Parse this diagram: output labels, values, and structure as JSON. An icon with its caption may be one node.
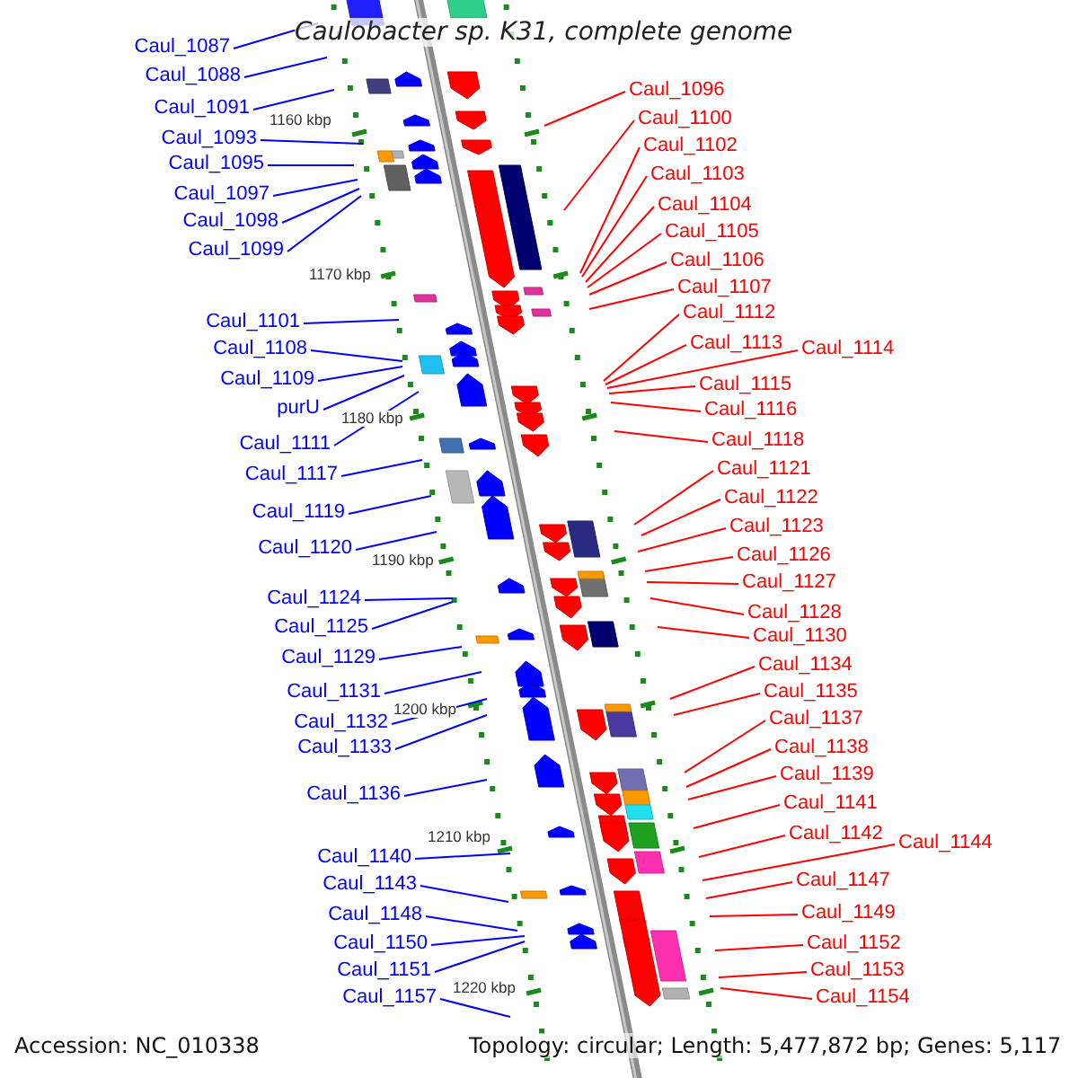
{
  "diagram": {
    "title": "Caulobacter sp. K31, complete genome",
    "nodes": [
      {
        "text": [
          "Caul_1087"
        ]
      },
      {
        "text": [
          "Caul_1088"
        ]
      },
      {
        "text": [
          "Caul_1091"
        ]
      },
      {
        "text": [
          "Caul_1093"
        ]
      },
      {
        "text": [
          "Caul_1095"
        ]
      },
      {
        "text": [
          "Caul_1097"
        ]
      },
      {
        "text": [
          "Caul_1098"
        ]
      },
      {
        "text": [
          "Caul_1099"
        ]
      },
      {
        "text": [
          "Caul_1101"
        ]
      },
      {
        "text": [
          "Caul_1108"
        ]
      },
      {
        "text": [
          "Caul_1109"
        ]
      },
      {
        "text": [
          "purU"
        ]
      },
      {
        "text": [
          "Caul_1111"
        ]
      },
      {
        "text": [
          "Caul_1117"
        ]
      },
      {
        "text": [
          "Caul_1119"
        ]
      },
      {
        "text": [
          "Caul_1120"
        ]
      },
      {
        "text": [
          "Caul_1124"
        ]
      },
      {
        "text": [
          "Caul_1125"
        ]
      },
      {
        "text": [
          "Caul_1129"
        ]
      },
      {
        "text": [
          "Caul_1131"
        ]
      },
      {
        "text": [
          "Caul_1132"
        ]
      },
      {
        "text": [
          "Caul_1133"
        ]
      },
      {
        "text": [
          "Caul_1136"
        ]
      },
      {
        "text": [
          "Caul_1140"
        ]
      },
      {
        "text": [
          "Caul_1143"
        ]
      },
      {
        "text": [
          "Caul_1148"
        ]
      },
      {
        "text": [
          "Caul_1150"
        ]
      },
      {
        "text": [
          "Caul_1151"
        ]
      },
      {
        "text": [
          "Caul_1157"
        ]
      },
      {
        "text": [
          "Caul_1096"
        ]
      },
      {
        "text": [
          "Caul_1100"
        ]
      },
      {
        "text": [
          "Caul_1102"
        ]
      },
      {
        "text": [
          "Caul_1103"
        ]
      },
      {
        "text": [
          "Caul_1104"
        ]
      },
      {
        "text": [
          "Caul_1105"
        ]
      },
      {
        "text": [
          "Caul_1106"
        ]
      },
      {
        "text": [
          "Caul_1107"
        ]
      },
      {
        "text": [
          "Caul_1112"
        ]
      },
      {
        "text": [
          "Caul_1113"
        ]
      },
      {
        "text": [
          "Caul_1114"
        ]
      },
      {
        "text": [
          "Caul_1115"
        ]
      },
      {
        "text": [
          "Caul_1116"
        ]
      },
      {
        "text": [
          "Caul_1118"
        ]
      },
      {
        "text": [
          "Caul_1121"
        ]
      },
      {
        "text": [
          "Caul_1122"
        ]
      },
      {
        "text": [
          "Caul_1123"
        ]
      },
      {
        "text": [
          "Caul_1126"
        ]
      },
      {
        "text": [
          "Caul_1127"
        ]
      },
      {
        "text": [
          "Caul_1128"
        ]
      },
      {
        "text": [
          "Caul_1130"
        ]
      },
      {
        "text": [
          "Caul_1134"
        ]
      },
      {
        "text": [
          "Caul_1135"
        ]
      },
      {
        "text": [
          "Caul_1137"
        ]
      },
      {
        "text": [
          "Caul_1138"
        ]
      },
      {
        "text": [
          "Caul_1139"
        ]
      },
      {
        "text": [
          "Caul_1141"
        ]
      },
      {
        "text": [
          "Caul_1142"
        ]
      },
      {
        "text": [
          "Caul_1144"
        ]
      },
      {
        "text": [
          "Caul_1147"
        ]
      },
      {
        "text": [
          "Caul_1149"
        ]
      },
      {
        "text": [
          "Caul_1152"
        ]
      },
      {
        "text": [
          "Caul_1153"
        ]
      },
      {
        "text": [
          "Caul_1154"
        ]
      }
    ],
    "edges": [
      {
        "from": 0,
        "to": null,
        "arrow": "none",
        "color": "#0000ff"
      },
      {
        "from": 1,
        "to": null,
        "arrow": "none",
        "color": "#0000ff"
      },
      {
        "from": 2,
        "to": null,
        "arrow": "none",
        "color": "#0000ff"
      },
      {
        "from": 3,
        "to": null,
        "arrow": "none",
        "color": "#0000ff"
      },
      {
        "from": 4,
        "to": null,
        "arrow": "none",
        "color": "#0000ff"
      },
      {
        "from": 5,
        "to": null,
        "arrow": "none",
        "color": "#0000ff"
      },
      {
        "from": 6,
        "to": null,
        "arrow": "none",
        "color": "#0000ff"
      },
      {
        "from": 7,
        "to": null,
        "arrow": "none",
        "color": "#0000ff"
      },
      {
        "from": 8,
        "to": null,
        "arrow": "none",
        "color": "#0000ff"
      },
      {
        "from": 9,
        "to": null,
        "arrow": "none",
        "color": "#0000ff"
      },
      {
        "from": 10,
        "to": null,
        "arrow": "none",
        "color": "#0000ff"
      },
      {
        "from": 11,
        "to": null,
        "arrow": "none",
        "color": "#0000ff"
      },
      {
        "from": 12,
        "to": null,
        "arrow": "none",
        "color": "#0000ff"
      },
      {
        "from": 13,
        "to": null,
        "arrow": "none",
        "color": "#0000ff"
      },
      {
        "from": 14,
        "to": null,
        "arrow": "none",
        "color": "#0000ff"
      },
      {
        "from": 15,
        "to": null,
        "arrow": "none",
        "color": "#0000ff"
      },
      {
        "from": 16,
        "to": null,
        "arrow": "none",
        "color": "#0000ff"
      },
      {
        "from": 17,
        "to": null,
        "arrow": "none",
        "color": "#0000ff"
      },
      {
        "from": 18,
        "to": null,
        "arrow": "none",
        "color": "#0000ff"
      },
      {
        "from": 19,
        "to": null,
        "arrow": "none",
        "color": "#0000ff"
      },
      {
        "from": 20,
        "to": null,
        "arrow": "none",
        "color": "#0000ff"
      },
      {
        "from": 21,
        "to": null,
        "arrow": "none",
        "color": "#0000ff"
      },
      {
        "from": 22,
        "to": null,
        "arrow": "none",
        "color": "#0000ff"
      },
      {
        "from": 23,
        "to": null,
        "arrow": "none",
        "color": "#0000ff"
      },
      {
        "from": 24,
        "to": null,
        "arrow": "none",
        "color": "#0000ff"
      },
      {
        "from": 25,
        "to": null,
        "arrow": "none",
        "color": "#0000ff"
      },
      {
        "from": 26,
        "to": null,
        "arrow": "none",
        "color": "#0000ff"
      },
      {
        "from": 27,
        "to": null,
        "arrow": "none",
        "color": "#0000ff"
      },
      {
        "from": 28,
        "to": null,
        "arrow": "none",
        "color": "#0000ff"
      },
      {
        "from": 29,
        "to": null,
        "arrow": "none"
      },
      {
        "from": 30,
        "to": null,
        "arrow": "none"
      },
      {
        "from": 31,
        "to": null,
        "arrow": "none"
      },
      {
        "from": 32,
        "to": null,
        "arrow": "none"
      },
      {
        "from": 33,
        "to": null,
        "arrow": "none"
      },
      {
        "from": 34,
        "to": null,
        "arrow": "none"
      },
      {
        "from": 35,
        "to": null,
        "arrow": "none"
      },
      {
        "from": 36,
        "to": null,
        "arrow": "none"
      },
      {
        "from": 37,
        "to": null,
        "arrow": "none"
      },
      {
        "from": 38,
        "to": null,
        "arrow": "none"
      },
      {
        "from": 39,
        "to": null,
        "arrow": "none"
      },
      {
        "from": 40,
        "to": null,
        "arrow": "none"
      },
      {
        "from": 41,
        "to": null,
        "arrow": "none"
      },
      {
        "from": 42,
        "to": null,
        "arrow": "none"
      },
      {
        "from": 43,
        "to": null,
        "arrow": "none"
      },
      {
        "from": 44,
        "to": null,
        "arrow": "none"
      },
      {
        "from": 45,
        "to": null,
        "arrow": "none"
      },
      {
        "from": 46,
        "to": null,
        "arrow": "none"
      },
      {
        "from": 47,
        "to": null,
        "arrow": "none"
      },
      {
        "from": 48,
        "to": null,
        "arrow": "none"
      },
      {
        "from": 49,
        "to": null,
        "arrow": "none"
      },
      {
        "from": 50,
        "to": null,
        "arrow": "none"
      },
      {
        "from": 51,
        "to": null,
        "arrow": "none"
      },
      {
        "from": 52,
        "to": null,
        "arrow": "none"
      },
      {
        "from": 53,
        "to": null,
        "arrow": "none"
      },
      {
        "from": 54,
        "to": null,
        "arrow": "none"
      },
      {
        "from": 55,
        "to": null,
        "arrow": "none"
      },
      {
        "from": 56,
        "to": null,
        "arrow": "none"
      },
      {
        "from": 57,
        "to": null,
        "arrow": "none"
      },
      {
        "from": 58,
        "to": null,
        "arrow": "none"
      },
      {
        "from": 59,
        "to": null,
        "arrow": "none"
      },
      {
        "from": 60,
        "to": null,
        "arrow": "none"
      },
      {
        "from": 61,
        "to": null,
        "arrow": "none"
      },
      {
        "from": 62,
        "to": null,
        "arrow": "none"
      }
    ],
    "labels": [
      "1160 kbp",
      "1170 kbp",
      "1180 kbp",
      "1190 kbp",
      "1200 kbp",
      "1210 kbp",
      "1220 kbp",
      "Accession: NC_010338",
      "Topology: circular; Length: 5,477,872 bp; Genes: 5,117"
    ]
  }
}
